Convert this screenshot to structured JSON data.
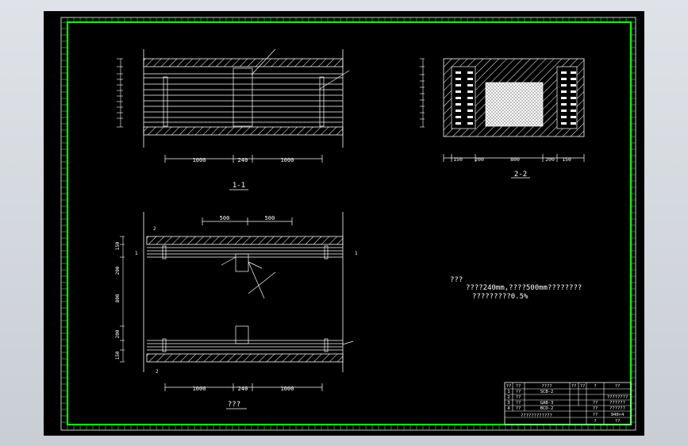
{
  "section_1_1": {
    "title": "1-1",
    "dims": [
      "1000",
      "240",
      "1000"
    ]
  },
  "section_2_2": {
    "title": "2-2",
    "dims": [
      "150",
      "200",
      "800",
      "200",
      "150"
    ]
  },
  "plan": {
    "title": "???",
    "top_dims": [
      "500",
      "500"
    ],
    "bottom_dims": [
      "1000",
      "240",
      "1000"
    ],
    "side_dims": [
      "200",
      "150",
      "800",
      "200",
      "150"
    ],
    "markers": [
      "1",
      "1",
      "2",
      "2"
    ]
  },
  "notes": {
    "heading": "???",
    "line1": "????240mm,????500mm????????",
    "line2": "?????????0.5%"
  },
  "title_block": {
    "header": [
      "??",
      "??",
      "????",
      "??",
      "??",
      "?",
      "??"
    ],
    "rows": [
      [
        "1",
        "??",
        "SCB-2",
        "",
        "",
        "",
        ""
      ],
      [
        "2",
        "??",
        "",
        "",
        "",
        "",
        "????????"
      ],
      [
        "3",
        "??",
        "GAB-3",
        "",
        "",
        "??",
        "??????"
      ],
      [
        "4",
        "??",
        "BCD-2",
        "",
        "",
        "",
        "??????"
      ]
    ],
    "drawing_name": "????????????",
    "cells": [
      "??",
      "??",
      "940×4",
      "?",
      "??"
    ]
  },
  "colors": {
    "frame": "#00ff00",
    "lines": "#ffffff",
    "background": "#000000"
  }
}
